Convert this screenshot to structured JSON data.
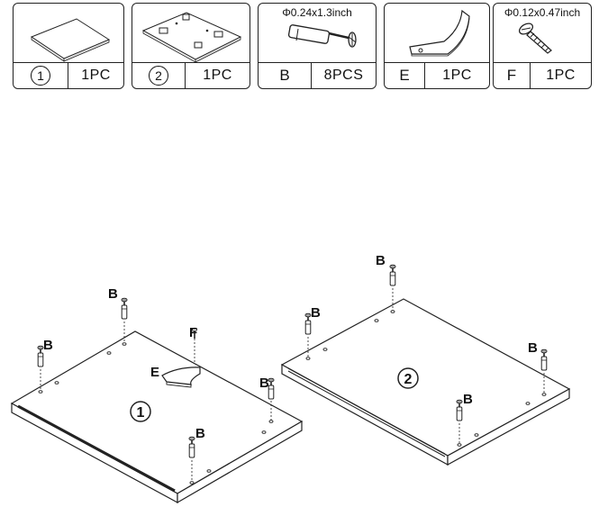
{
  "parts": [
    {
      "id": "1",
      "qty": "1PC",
      "dimension": ""
    },
    {
      "id": "2",
      "qty": "1PC",
      "dimension": ""
    },
    {
      "id": "B",
      "qty": "8PCS",
      "dimension": "Φ0.24x1.3inch"
    },
    {
      "id": "E",
      "qty": "1PC",
      "dimension": ""
    },
    {
      "id": "F",
      "qty": "1PC",
      "dimension": "Φ0.12x0.47inch"
    }
  ],
  "diagram": {
    "panel_1_label": "1",
    "panel_2_label": "2",
    "labels": {
      "b": "B",
      "e": "E",
      "f": "F"
    }
  }
}
